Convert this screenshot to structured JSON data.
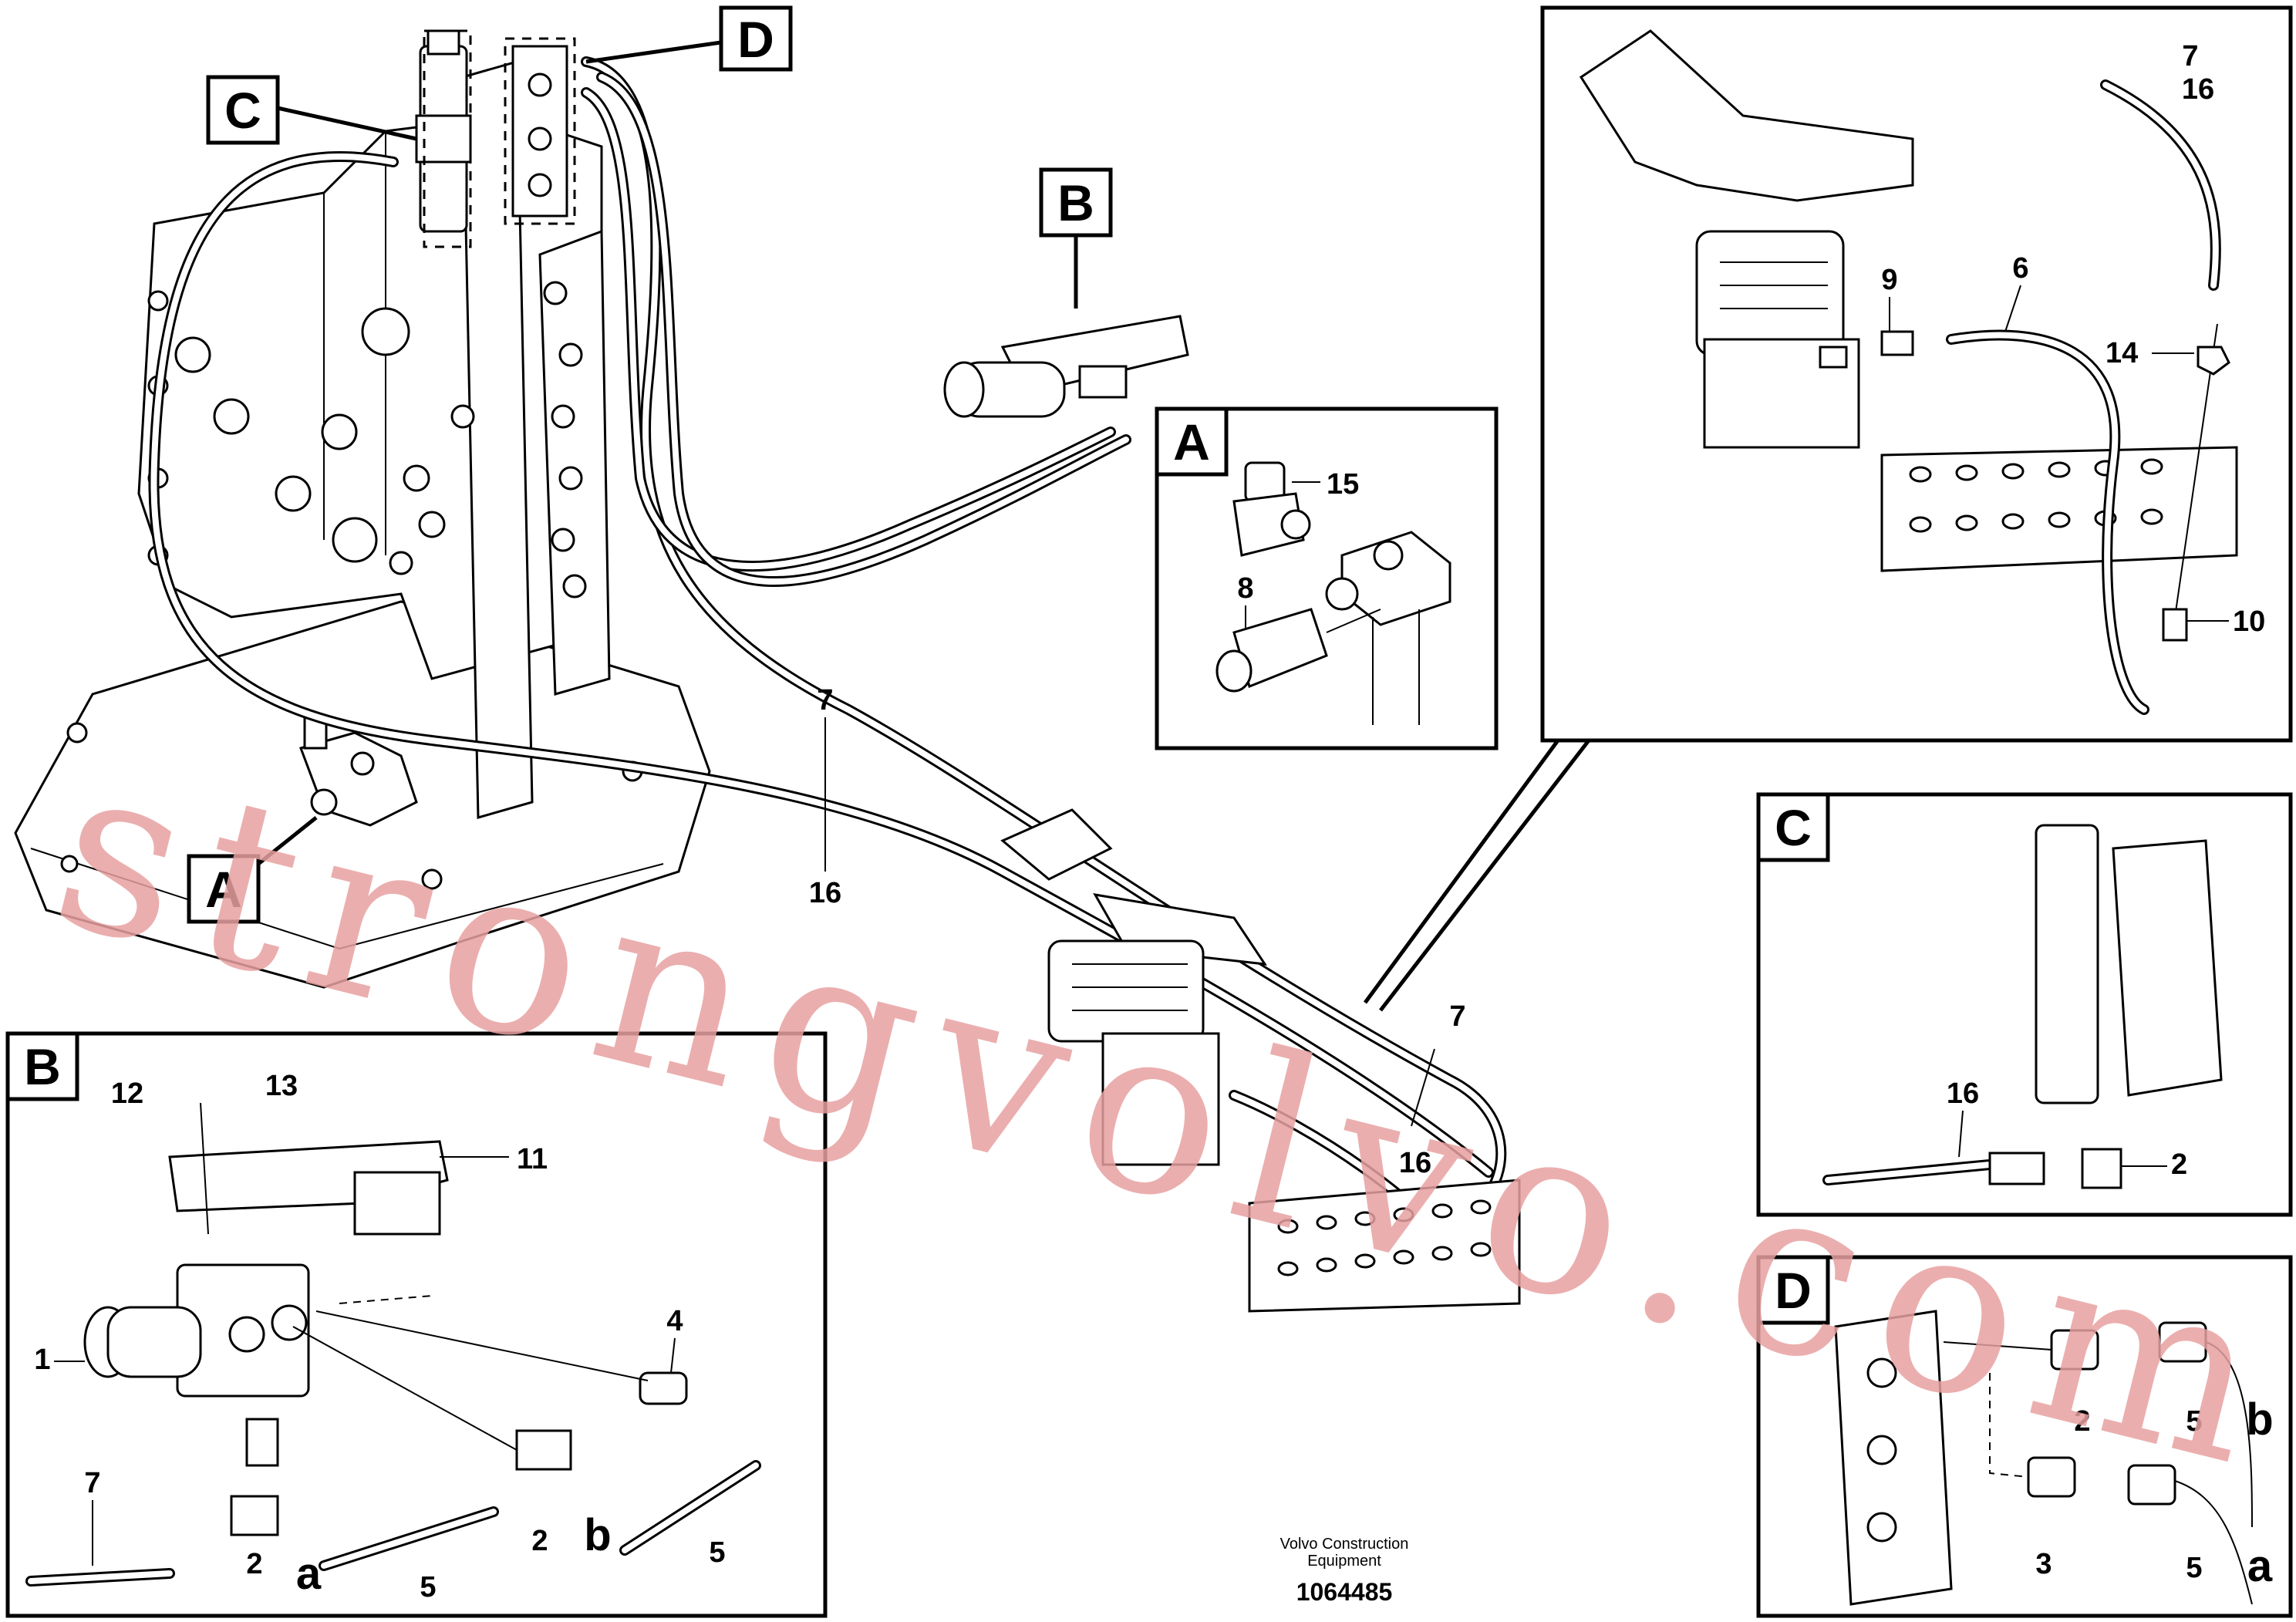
{
  "callouts": {
    "A": "A",
    "B": "B",
    "C": "C",
    "D": "D"
  },
  "main_labels": {
    "hose_7": "7",
    "hose_16": "16",
    "hose_7b": "7",
    "hose_16b": "16"
  },
  "panel_A": {
    "title": "A",
    "labels": {
      "p15": "15",
      "p8": "8"
    }
  },
  "panel_B": {
    "title": "B",
    "labels": {
      "p12": "12",
      "p13": "13",
      "p11": "11",
      "p1": "1",
      "p4": "4",
      "p7": "7",
      "p2a": "2",
      "p2b": "2",
      "a": "a",
      "p5a": "5",
      "b": "b",
      "p5b": "5"
    }
  },
  "panel_C": {
    "title": "C",
    "labels": {
      "p16": "16",
      "p2": "2"
    }
  },
  "panel_D": {
    "title": "D",
    "labels": {
      "p2": "2",
      "p5a": "5",
      "b": "b",
      "p3": "3",
      "p5b": "5",
      "a": "a"
    }
  },
  "panel_top": {
    "labels": {
      "p7": "7",
      "p16": "16",
      "p9": "9",
      "p6": "6",
      "p14": "14",
      "p10": "10"
    }
  },
  "watermark": "strongvolvo.com",
  "footer": {
    "company_line1": "Volvo Construction",
    "company_line2": "Equipment",
    "drawing_number": "1064485"
  }
}
